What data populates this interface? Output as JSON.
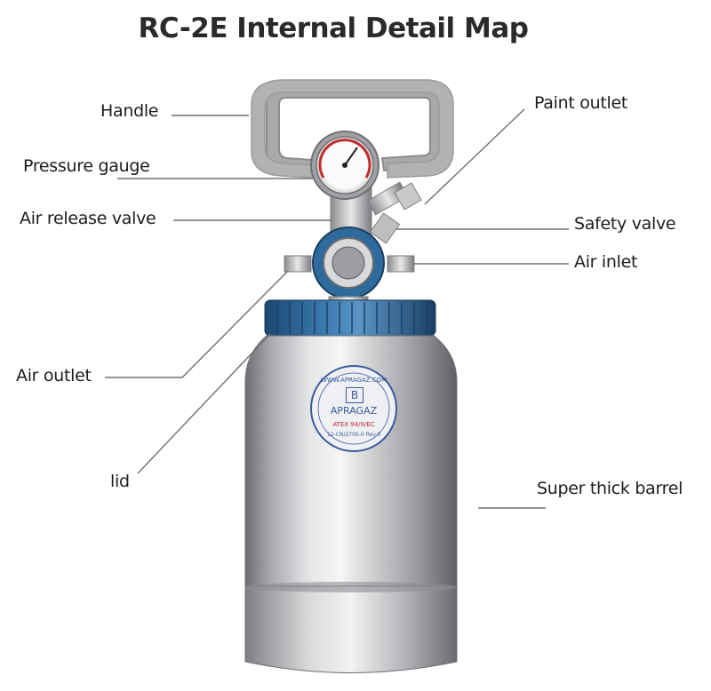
{
  "title": "RC-2E Internal Detail Map",
  "labels": {
    "handle": "Handle",
    "pressure_gauge": "Pressure gauge",
    "air_release_valve": "Air release valve",
    "air_outlet": "Air outlet",
    "lid": "lid",
    "paint_outlet": "Paint outlet",
    "safety_valve": "Safety valve",
    "air_inlet": "Air inlet",
    "super_thick_barrel": "Super thick barrel"
  },
  "badge": {
    "url": "WWW.APRAGAZ.COM",
    "brand": "APRAGAZ",
    "logo": "B",
    "atex": "ATEX 94/9/EC",
    "cert": "12-CN/2705-0 Rev.0"
  },
  "colors": {
    "lid": "#2f6a9c",
    "barrel": "#c9cacc",
    "text": "#1c1c1c"
  }
}
